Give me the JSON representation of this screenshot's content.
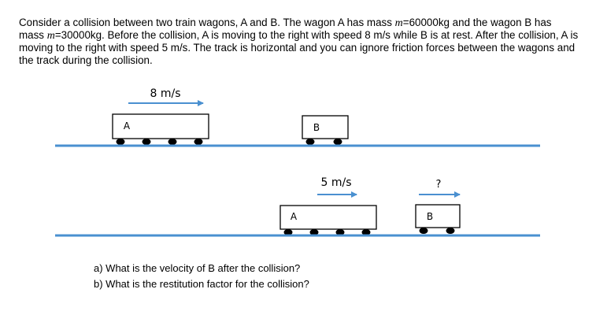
{
  "problem": {
    "p1": "Consider a collision between two train wagons, A and B. The wagon A has mass ",
    "m1": "m",
    "p2": "=60000kg and the wagon B has mass ",
    "m2": "m",
    "p3": "=30000kg. Before the collision, A is moving to the right with speed 8 m/s while B is at rest. After the collision, A is moving to the right with speed 5 m/s. The track is horizontal and you can ignore friction forces between the wagons and the track during the collision."
  },
  "before": {
    "speed_label": "8 m/s",
    "wagon_a_label": "A",
    "wagon_b_label": "B"
  },
  "after": {
    "speed_a_label": "5 m/s",
    "speed_b_label": "?",
    "wagon_a_label": "A",
    "wagon_b_label": "B"
  },
  "questions": {
    "a": "a) What is the velocity of B after the collision?",
    "b": "b) What is the restitution factor for the collision?"
  },
  "colors": {
    "track": "#4a90d0",
    "arrow": "#4a90d0",
    "wagon_border": "#000000",
    "wheel": "#000000"
  }
}
